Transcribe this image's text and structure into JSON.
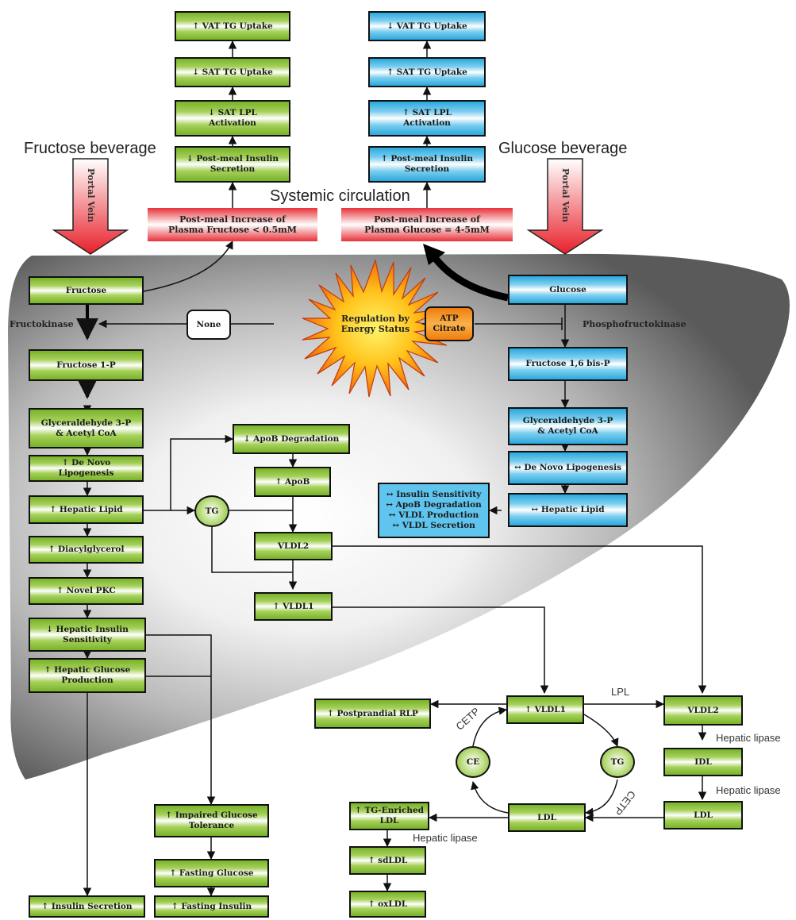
{
  "headers": {
    "fructose_beverage": "Fructose beverage",
    "glucose_beverage": "Glucose beverage",
    "systemic_circulation": "Systemic circulation"
  },
  "portal_vein": "Portal Vein",
  "plasma": {
    "fructose": "Post-meal Increase of\nPlasma Fructose < 0.5mM",
    "glucose": "Post-meal Increase of\nPlasma Glucose = 4-5mM"
  },
  "top_fructose": {
    "vat": "↑ VAT TG Uptake",
    "sat_tg": "↓ SAT TG Uptake",
    "sat_lpl": "↓ SAT LPL\nActivation",
    "insulin": "↓ Post-meal Insulin\nSecretion"
  },
  "top_glucose": {
    "vat": "↓ VAT TG Uptake",
    "sat_tg": "↑ SAT TG Uptake",
    "sat_lpl": "↑ SAT LPL\nActivation",
    "insulin": "↑ Post-meal Insulin\nSecretion"
  },
  "regulation": {
    "star": "Regulation by\nEnergy Status",
    "none": "None",
    "atp": "ATP\nCitrate",
    "fructokinase": "Fructokinase",
    "phosphofructokinase": "Phosphofructokinase"
  },
  "fructose_path": {
    "fructose": "Fructose",
    "fructose_1p": "Fructose 1-P",
    "glyceraldehyde": "Glyceraldehyde 3-P\n& Acetyl CoA",
    "dnl": "↑ De Novo Lipogenesis",
    "hepatic_lipid": "↑ Hepatic Lipid",
    "dag": "↑ Diacylglycerol",
    "pkc": "↑ Novel PKC",
    "hepatic_insulin": "↓ Hepatic Insulin\nSensitivity",
    "hepatic_glucose": "↑ Hepatic Glucose\nProduction"
  },
  "glucose_path": {
    "glucose": "Glucose",
    "bisp": "Fructose 1,6 bis-P",
    "glyceraldehyde": "Glyceraldehyde 3-P\n& Acetyl CoA",
    "dnl": "↔ De Novo Lipogenesis",
    "hepatic_lipid": "↔ Hepatic Lipid",
    "summary": [
      "↔ Insulin Sensitivity",
      "↔ ApoB Degradation",
      "↔ VLDL Production",
      "↔ VLDL Secretion"
    ]
  },
  "middle": {
    "apob_deg": "↓ ApoB Degradation",
    "apob": "↑ ApoB",
    "tg": "TG",
    "vldl2": "VLDL2",
    "vldl1": "↑ VLDL1"
  },
  "lipoprotein": {
    "postprandial_rlp": "↑ Postprandial RLP",
    "vldl1": "↑ VLDL1",
    "vldl2": "VLDL2",
    "idl": "IDL",
    "ldl_right": "LDL",
    "ldl_cycle": "LDL",
    "ce": "CE",
    "tg": "TG",
    "tg_enriched_ldl": "↑ TG-Enriched\nLDL",
    "sdldl": "↑ sdLDL",
    "oxldl": "↑ oxLDL",
    "lpl": "LPL",
    "cetp": "CETP",
    "hepatic_lipase": "Hepatic lipase"
  },
  "outcomes": {
    "impaired_glucose": "↑ Impaired Glucose\nTolerance",
    "fasting_glucose": "↑ Fasting Glucose",
    "fasting_insulin": "↑ Fasting Insulin",
    "insulin_secretion": "↑ Insulin Secretion"
  }
}
